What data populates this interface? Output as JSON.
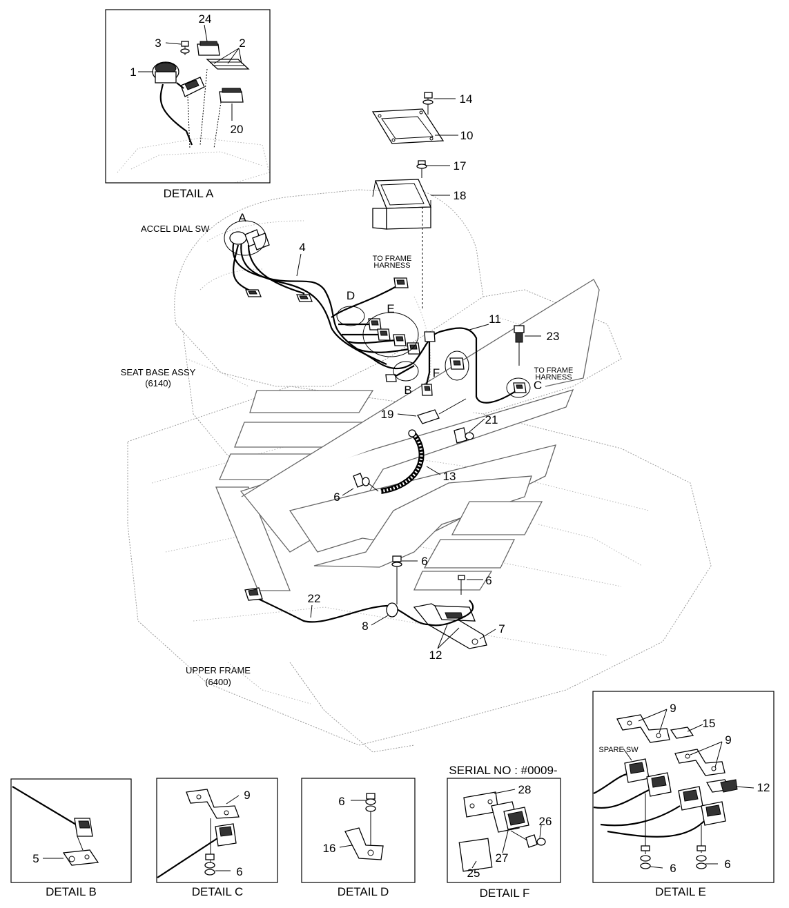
{
  "detail_captions": {
    "a": "DETAIL  A",
    "b": "DETAIL  B",
    "c": "DETAIL  C",
    "d": "DETAIL  D",
    "e": "DETAIL  E",
    "f": "DETAIL  F"
  },
  "callouts": {
    "accel_dial_sw": "ACCEL DIAL SW",
    "to_frame_harness_line1": "TO FRAME",
    "to_frame_harness_line2": "HARNESS",
    "seat_base_assy": "SEAT BASE ASSY",
    "seat_base_code": "(6140)",
    "upper_frame": "UPPER FRAME",
    "upper_frame_code": "(6400)",
    "serial_no": "SERIAL NO : #0009-",
    "spare_sw": "SPARE SW"
  },
  "detail_letters": [
    "A",
    "B",
    "C",
    "D",
    "E",
    "F"
  ],
  "part_numbers": {
    "p1": "1",
    "p2": "2",
    "p3": "3",
    "p4": "4",
    "p5": "5",
    "p6": "6",
    "p7": "7",
    "p8": "8",
    "p9": "9",
    "p10": "10",
    "p11": "11",
    "p12": "12",
    "p13": "13",
    "p14": "14",
    "p15": "15",
    "p16": "16",
    "p17": "17",
    "p18": "18",
    "p19": "19",
    "p20": "20",
    "p21": "21",
    "p22": "22",
    "p23": "23",
    "p24": "24",
    "p25": "25",
    "p26": "26",
    "p27": "27",
    "p28": "28"
  }
}
